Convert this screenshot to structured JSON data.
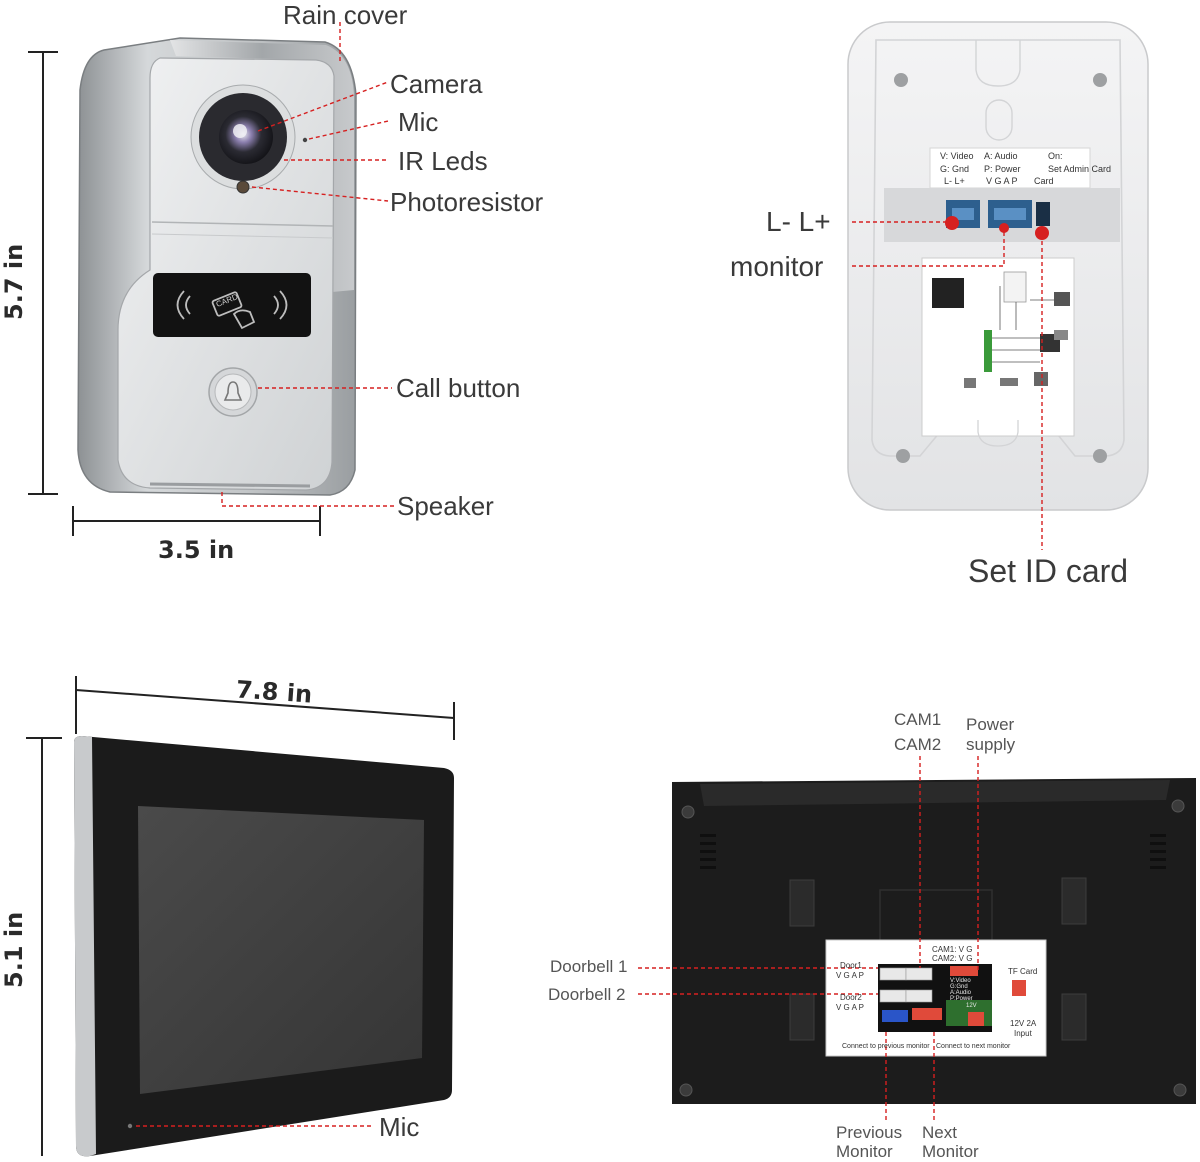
{
  "doorbell_front": {
    "labels": {
      "rain_cover": "Rain cover",
      "camera": "Camera",
      "mic": "Mic",
      "ir_leds": "IR Leds",
      "photoresistor": "Photoresistor",
      "call_button": "Call button",
      "speaker": "Speaker"
    },
    "height_dim": "5.7 in",
    "width_dim": "3.5 in",
    "card_text": "CARD"
  },
  "doorbell_back": {
    "terminal_legend": {
      "video": "V: Video",
      "gnd": "G: Gnd",
      "l_pair": "L-   L+",
      "audio": "A: Audio",
      "power": "P: Power",
      "vgap": "V  G  A  P",
      "on": "On:",
      "set_admin": "Set Admin Card",
      "card": "Card"
    },
    "labels": {
      "l_minus_plus": "L-  L+",
      "monitor": "monitor",
      "set_id_card": "Set ID card"
    }
  },
  "monitor_front": {
    "width_dim": "7.8 in",
    "height_dim": "5.1 in",
    "mic_label": "Mic"
  },
  "monitor_back": {
    "labels": {
      "cam1": "CAM1",
      "cam2": "CAM2",
      "power_supply_1": "Power",
      "power_supply_2": "supply",
      "doorbell_1": "Doorbell 1",
      "doorbell_2": "Doorbell 2",
      "previous_1": "Previous",
      "previous_2": "Monitor",
      "next_1": "Next",
      "next_2": "Monitor"
    },
    "panel": {
      "cam1_vg": "CAM1:  V  G",
      "cam2_vg": "CAM2:  V  G",
      "door1": "Door1",
      "door2": "Door2",
      "vgap": "V G A P",
      "tf_card": "TF Card",
      "power_in_1": "12V 2A",
      "power_in_2": "Input",
      "conn_prev": "Connect to previous monitor",
      "conn_next": "Connect to next monitor",
      "legend_1": "V:Video",
      "legend_2": "G:Gnd",
      "legend_3": "A:Audio",
      "legend_4": "P:Power",
      "legend_5": "12V"
    }
  },
  "colors": {
    "accent_red": "#d62020",
    "frame_silver": "#b9bcbf",
    "plate_silver": "#dfe1e3",
    "monitor_black": "#1b1b1b",
    "screen_gray": "#3f3f3f"
  }
}
